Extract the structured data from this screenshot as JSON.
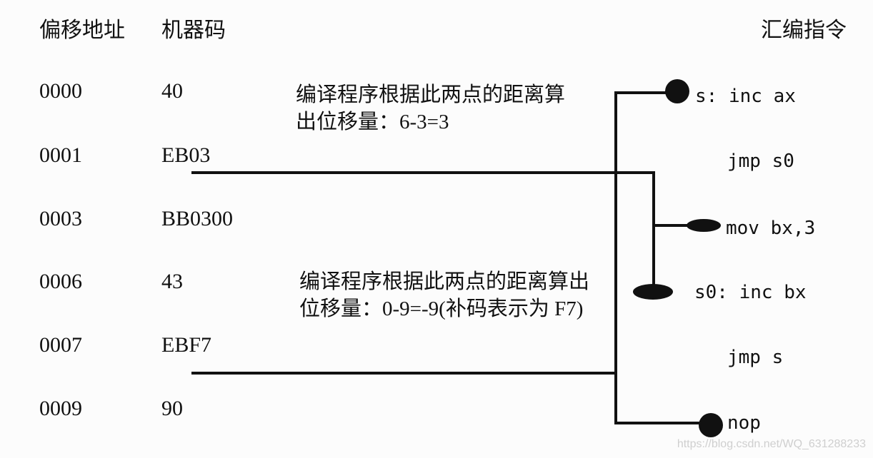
{
  "headers": {
    "offset": "偏移地址",
    "machine_code": "机器码",
    "assembly": "汇编指令"
  },
  "rows": [
    {
      "offset": "0000",
      "machine_code": "40"
    },
    {
      "offset": "0001",
      "machine_code": "EB03"
    },
    {
      "offset": "0003",
      "machine_code": "BB0300"
    },
    {
      "offset": "0006",
      "machine_code": "43"
    },
    {
      "offset": "0007",
      "machine_code": "EBF7"
    },
    {
      "offset": "0009",
      "machine_code": "90"
    }
  ],
  "instructions": [
    "s: inc ax",
    "jmp s0",
    "mov bx,3",
    "s0: inc bx",
    "jmp s",
    "nop"
  ],
  "notes": {
    "forward": "编译程序根据此两点的距离算出位移量：6-3=3",
    "backward": "编译程序根据此两点的距离算出位移量：0-9=-9(补码表示为 F7)"
  },
  "watermark": "https://blog.csdn.net/WQ_631288233"
}
